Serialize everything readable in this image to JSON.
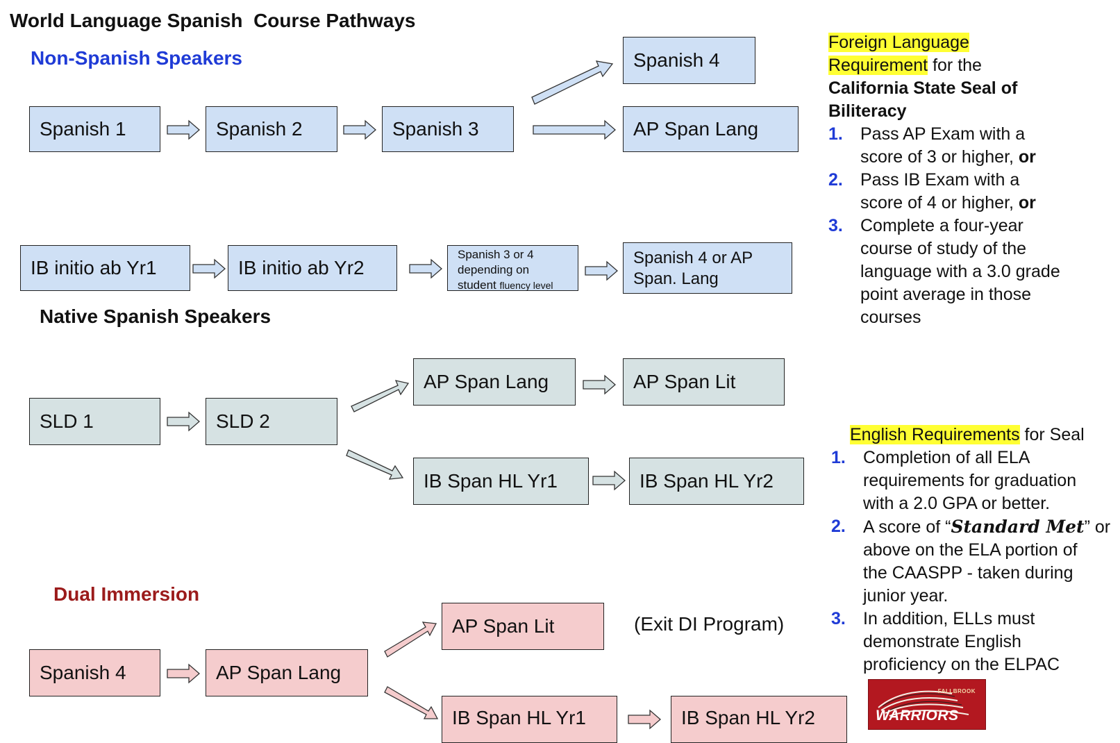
{
  "title": "World Language Spanish  Course Pathways",
  "sections": {
    "non_spanish": "Non-Spanish Speakers",
    "native": "Native Spanish Speakers",
    "dual": "Dual Immersion"
  },
  "colors": {
    "non_spanish_heading": "#1f3bd6",
    "dual_heading": "#9b1b1b",
    "blue_box": "#cfe0f5",
    "grey_box": "#d6e2e3",
    "pink_box": "#f5cccd",
    "highlight": "#ffff33"
  },
  "boxes": {
    "spanish1": "Spanish 1",
    "spanish2": "Spanish 2",
    "spanish3": "Spanish 3",
    "spanish4": "Spanish 4",
    "ap_span_lang_top": "AP Span Lang",
    "ib_initio_yr1": "IB initio ab Yr1",
    "ib_initio_yr2": "IB initio ab Yr2",
    "spanish3or4_line1": "Spanish 3 or 4",
    "spanish3or4_line2": "depending on",
    "spanish3or4_line3a": "student ",
    "spanish3or4_line3b": "fluency level",
    "spanish4_or_ap_line1": "Spanish 4 or AP",
    "spanish4_or_ap_line2": "Span. Lang",
    "sld1": "SLD 1",
    "sld2": "SLD 2",
    "native_ap_lang": "AP Span Lang",
    "native_ap_lit": "AP Span Lit",
    "native_ib_hl1": "IB Span HL Yr1",
    "native_ib_hl2": "IB Span HL Yr2",
    "di_spanish4": "Spanish 4",
    "di_ap_lang": "AP Span Lang",
    "di_ap_lit": "AP Span Lit",
    "di_ib_hl1": "IB Span HL Yr1",
    "di_ib_hl2": "IB Span HL Yr2"
  },
  "exit_note": "(Exit DI Program)",
  "foreign_req": {
    "hl1": "Foreign Language",
    "hl2": "Requirement",
    "for_the": " for the",
    "seal_line1": "California State Seal of",
    "seal_line2": "Biliteracy",
    "items": [
      {
        "num": "1.",
        "lines": [
          "Pass AP Exam with a",
          "score of 3 or higher, "
        ],
        "tail": "or"
      },
      {
        "num": "2.",
        "lines": [
          "Pass IB Exam with a",
          "score of 4 or higher, "
        ],
        "tail": "or"
      },
      {
        "num": "3.",
        "lines": [
          "Complete a four-year",
          "course of study of the",
          "language with a 3.0 grade",
          "point average in those",
          "courses"
        ],
        "tail": ""
      }
    ]
  },
  "english_req": {
    "hl": "English Requirements",
    "for_seal": " for Seal",
    "items": [
      {
        "num": "1.",
        "lines": [
          "Completion of all ELA",
          "requirements for graduation",
          "with a 2.0 GPA or better."
        ]
      },
      {
        "num": "2.",
        "pre": "A score of “",
        "emph": "Standard Met",
        "post": "” or",
        "lines": [
          "above on the ELA portion of",
          "the CAASPP - taken during",
          "junior year."
        ]
      },
      {
        "num": "3.",
        "lines": [
          "In addition, ELLs must",
          "demonstrate English",
          "proficiency on the ELPAC"
        ]
      }
    ]
  },
  "logo": {
    "small_text": "FALLBROOK",
    "big_text": "WARRIORS"
  }
}
